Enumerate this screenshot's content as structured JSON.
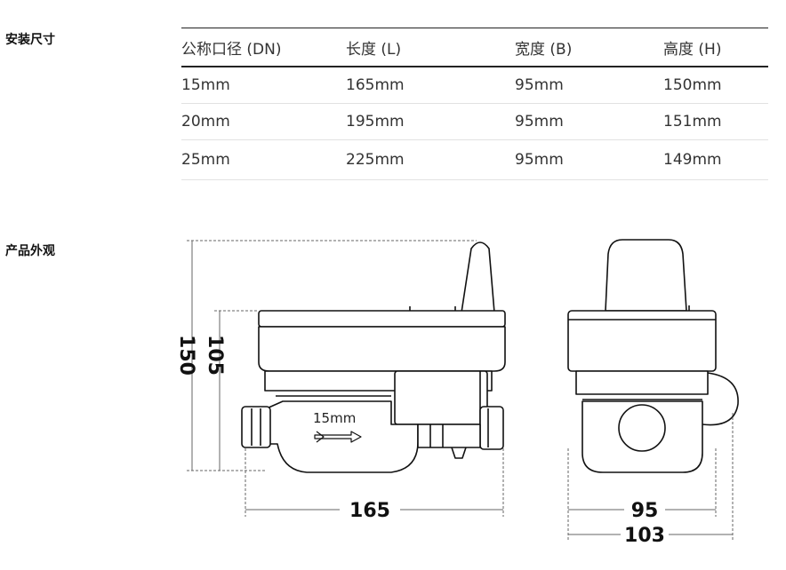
{
  "sections": {
    "install_title": "安装尺寸",
    "appearance_title": "产品外观"
  },
  "table": {
    "headers": [
      "公称口径 (DN)",
      "长度 (L)",
      "宽度 (B)",
      "高度 (H)"
    ],
    "rows": [
      [
        "15mm",
        "165mm",
        "95mm",
        "150mm"
      ],
      [
        "20mm",
        "195mm",
        "95mm",
        "151mm"
      ],
      [
        "25mm",
        "225mm",
        "95mm",
        "149mm"
      ]
    ]
  },
  "drawing": {
    "side_view": {
      "height_total": "150",
      "height_body": "105",
      "length": "165",
      "flow_label": "15mm"
    },
    "front_view": {
      "width": "95",
      "width_with_cable": "103"
    }
  }
}
